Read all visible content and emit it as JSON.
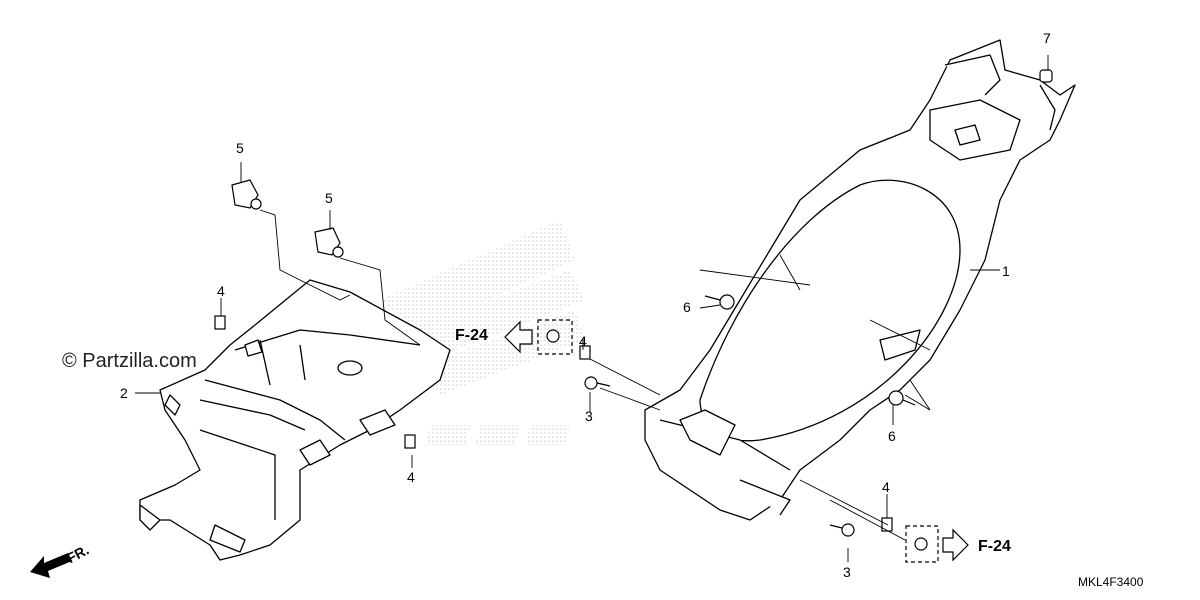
{
  "watermark": "© Partzilla.com",
  "diagram_code": "MKL4F3400",
  "direction_label": "FR.",
  "references": [
    "F-24",
    "F-24"
  ],
  "callouts": [
    "1",
    "2",
    "3",
    "3",
    "4",
    "4",
    "4",
    "4",
    "5",
    "5",
    "6",
    "6",
    "7"
  ],
  "colors": {
    "line": "#000000",
    "background": "#ffffff",
    "logo_dots": "#c8c8c8"
  }
}
